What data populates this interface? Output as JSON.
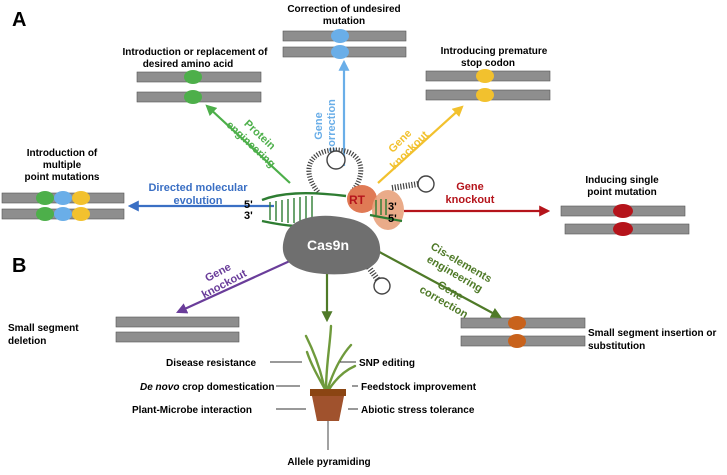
{
  "panels": {
    "a": "A",
    "b": "B"
  },
  "colors": {
    "green": "#4daf4a",
    "blue": "#6aaee8",
    "yellow": "#f2c12e",
    "red": "#b5141b",
    "purple": "#6a3d9a",
    "olive": "#4f7a28",
    "navy": "#3a6fc4",
    "orange": "#c8621c",
    "bar": "#8e8e8e",
    "cas9": "#6f6f6f",
    "rt": "#e07a55",
    "pot": "#a0522d"
  },
  "center": {
    "cas9": "Cas9n",
    "rt": "RT",
    "top_five": "5'",
    "top_three": "3'",
    "right_three": "3'",
    "right_five": "5'"
  },
  "arrows": {
    "protein": [
      "Protein",
      "engineering"
    ],
    "gene_correction_top": [
      "Gene",
      "correction"
    ],
    "gene_knockout_top": [
      "Gene",
      "knockout"
    ],
    "directed": [
      "Directed molecular",
      "evolution"
    ],
    "gene_knockout_right": [
      "Gene",
      "knockout"
    ],
    "gene_knockout_left": [
      "Gene",
      "knockout"
    ],
    "cis": [
      "Cis-elements",
      "engineering"
    ],
    "gene_correction_right": [
      "Gene",
      "correction"
    ]
  },
  "outcomes": {
    "correction": [
      "Correction of undesired",
      "mutation"
    ],
    "introduction": [
      "Introduction or replacement of",
      "desired amino acid"
    ],
    "premature": [
      "Introducing premature",
      "stop codon"
    ],
    "multiple": [
      "Introduction of",
      "multiple",
      "point mutations"
    ],
    "single": [
      "Inducing single",
      "point mutation"
    ],
    "deletion": [
      "Small segment",
      "deletion"
    ],
    "insertion": [
      "Small segment insertion or",
      "substitution"
    ]
  },
  "plant_labels": {
    "disease": "Disease resistance",
    "denovo_italic": "De novo",
    "denovo_rest": " crop domestication",
    "plant_microbe": "Plant-Microbe interaction",
    "snp": "SNP editing",
    "feedstock": "Feedstock improvement",
    "abiotic": "Abiotic stress tolerance",
    "allele": "Allele pyramiding"
  }
}
